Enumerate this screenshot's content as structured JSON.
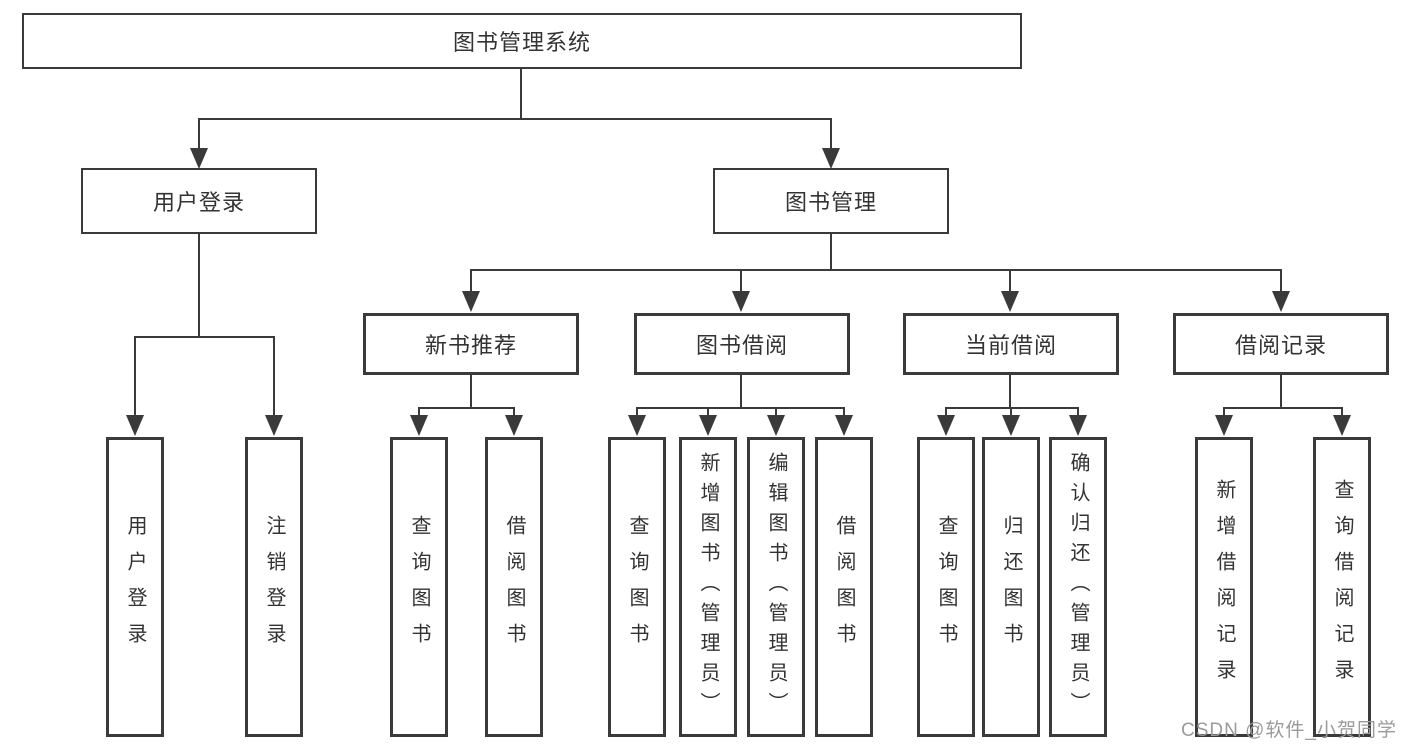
{
  "diagram": {
    "title_node": "图书管理系统",
    "level2": {
      "user_login": "用户登录",
      "book_mgmt": "图书管理"
    },
    "level3": {
      "new_book_rec": "新书推荐",
      "book_borrow": "图书借阅",
      "current_borrow": "当前借阅",
      "borrow_record": "借阅记录"
    },
    "leaves": {
      "user_login": "用户登录",
      "logout": "注销登录",
      "rec_query_books": "查询图书",
      "rec_borrow_books": "借阅图书",
      "bor_query_books": "查询图书",
      "bor_add_books": "新增图书（管理员）",
      "bor_edit_books": "编辑图书（管理员）",
      "bor_borrow_books": "借阅图书",
      "cur_query_books": "查询图书",
      "cur_return_books": "归还图书",
      "cur_confirm_return": "确认归还（管理员）",
      "record_add": "新增借阅记录",
      "record_query": "查询借阅记录"
    }
  },
  "watermark": {
    "text": "CSDN @软件_小贺同学",
    "color": "#9b9b9b"
  },
  "colors": {
    "stroke": "#3a3a3a",
    "text": "#333333",
    "background": "#ffffff"
  }
}
